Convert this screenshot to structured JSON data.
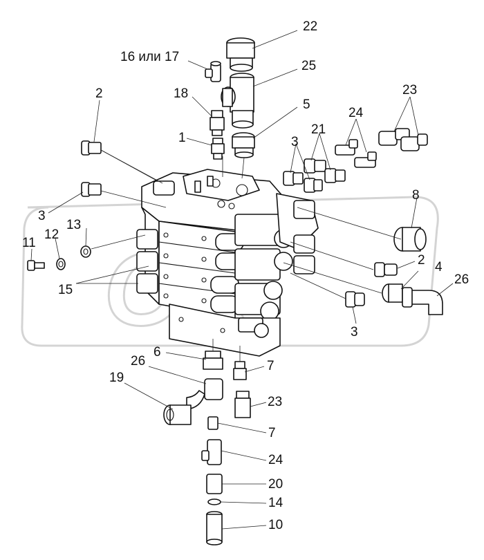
{
  "callouts": {
    "c22": "22",
    "c16_17": "16 или 17",
    "c25": "25",
    "c2_top": "2",
    "c18": "18",
    "c5": "5",
    "c23_top": "23",
    "c24_top": "24",
    "c1": "1",
    "c21": "21",
    "c3_top": "3",
    "c3_left": "3",
    "c8": "8",
    "c13": "13",
    "c12": "12",
    "c11": "11",
    "c2_right": "2",
    "c4": "4",
    "c26_right": "26",
    "c15": "15",
    "c3_bottom": "3",
    "c6": "6",
    "c26_bottom": "26",
    "c7_upper": "7",
    "c19": "19",
    "c23_bottom": "23",
    "c7_lower": "7",
    "c24_bottom": "24",
    "c20": "20",
    "c14": "14",
    "c10": "10"
  }
}
